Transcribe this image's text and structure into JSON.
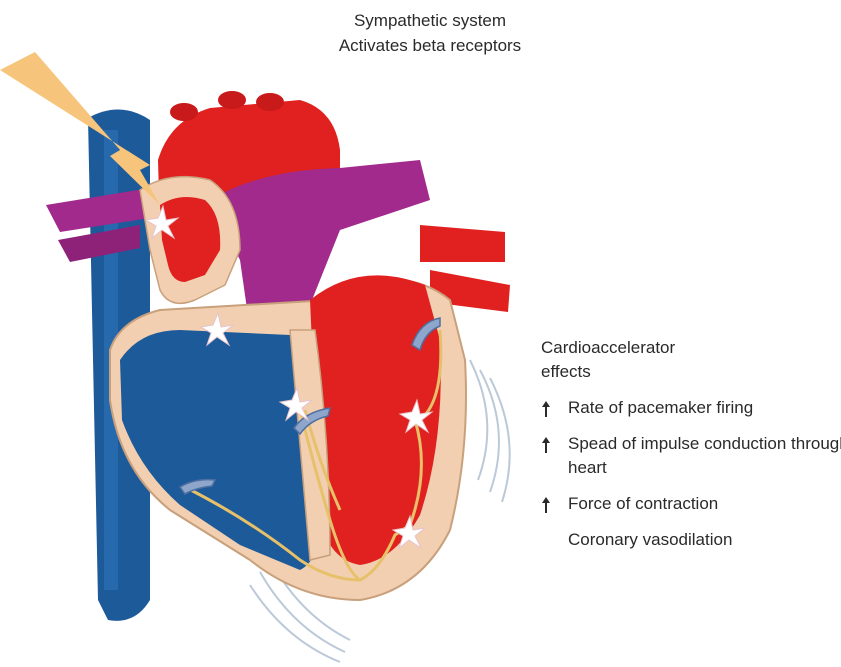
{
  "header": {
    "line1": "Sympathetic system",
    "line2": "Activates beta receptors"
  },
  "effects": {
    "title_line1": "Cardioaccelerator",
    "title_line2": "effects",
    "items": [
      {
        "text": "Rate of pacemaker firing",
        "arrow": "up"
      },
      {
        "text": "Spead of impulse conduction through heart",
        "arrow": "up"
      },
      {
        "text": "Force of contraction",
        "arrow": "up"
      },
      {
        "text": "Coronary vasodilation",
        "arrow": "none"
      }
    ]
  },
  "colors": {
    "vein_blue": "#1d5a9a",
    "artery_red": "#e0211f",
    "pulmonary_purple": "#a12a8c",
    "myocardium": "#f1cfb0",
    "nerve_beam": "#f6c47a"
  }
}
